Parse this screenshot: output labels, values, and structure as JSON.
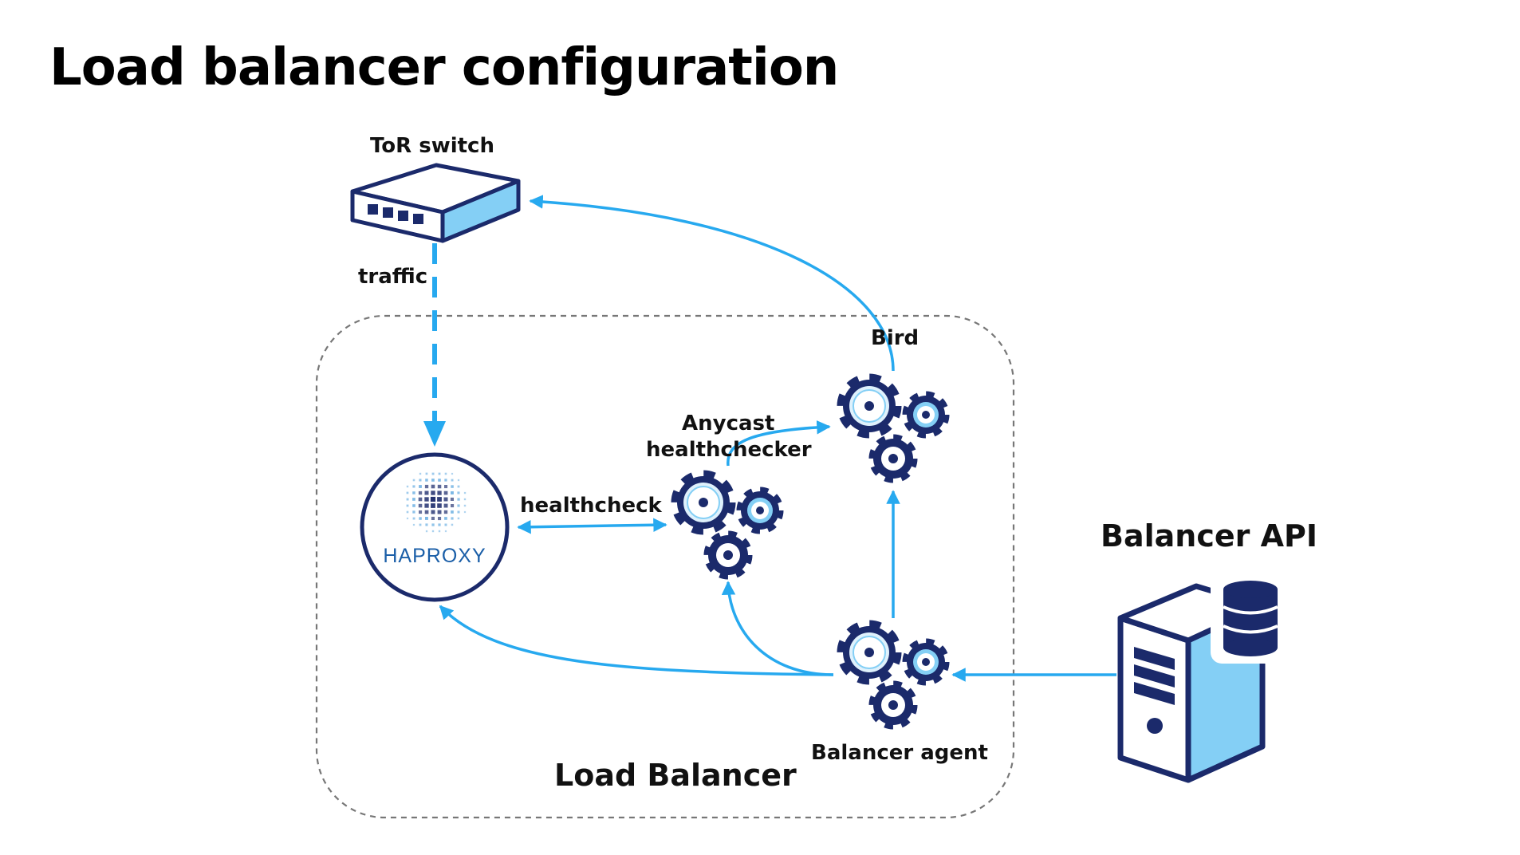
{
  "title": "Load balancer configuration",
  "nodes": {
    "tor_switch": {
      "label": "ToR switch",
      "icon": "network-switch-icon"
    },
    "haproxy": {
      "label": "HAPROXY",
      "icon": "haproxy-logo"
    },
    "anycast": {
      "label_line1": "Anycast",
      "label_line2": "healthchecker",
      "icon": "gears-icon"
    },
    "bird": {
      "label": "Bird",
      "icon": "gears-icon"
    },
    "agent": {
      "label": "Balancer agent",
      "icon": "gears-icon"
    },
    "api": {
      "label": "Balancer API",
      "icon": "server-database-icon"
    }
  },
  "edges": {
    "traffic": "traffic",
    "healthcheck": "healthcheck"
  },
  "group": {
    "label": "Load Balancer"
  },
  "colors": {
    "navy": "#1b2a6b",
    "light_blue": "#84cff5",
    "arrow_blue": "#27a9ef",
    "dash_gray": "#777777"
  }
}
